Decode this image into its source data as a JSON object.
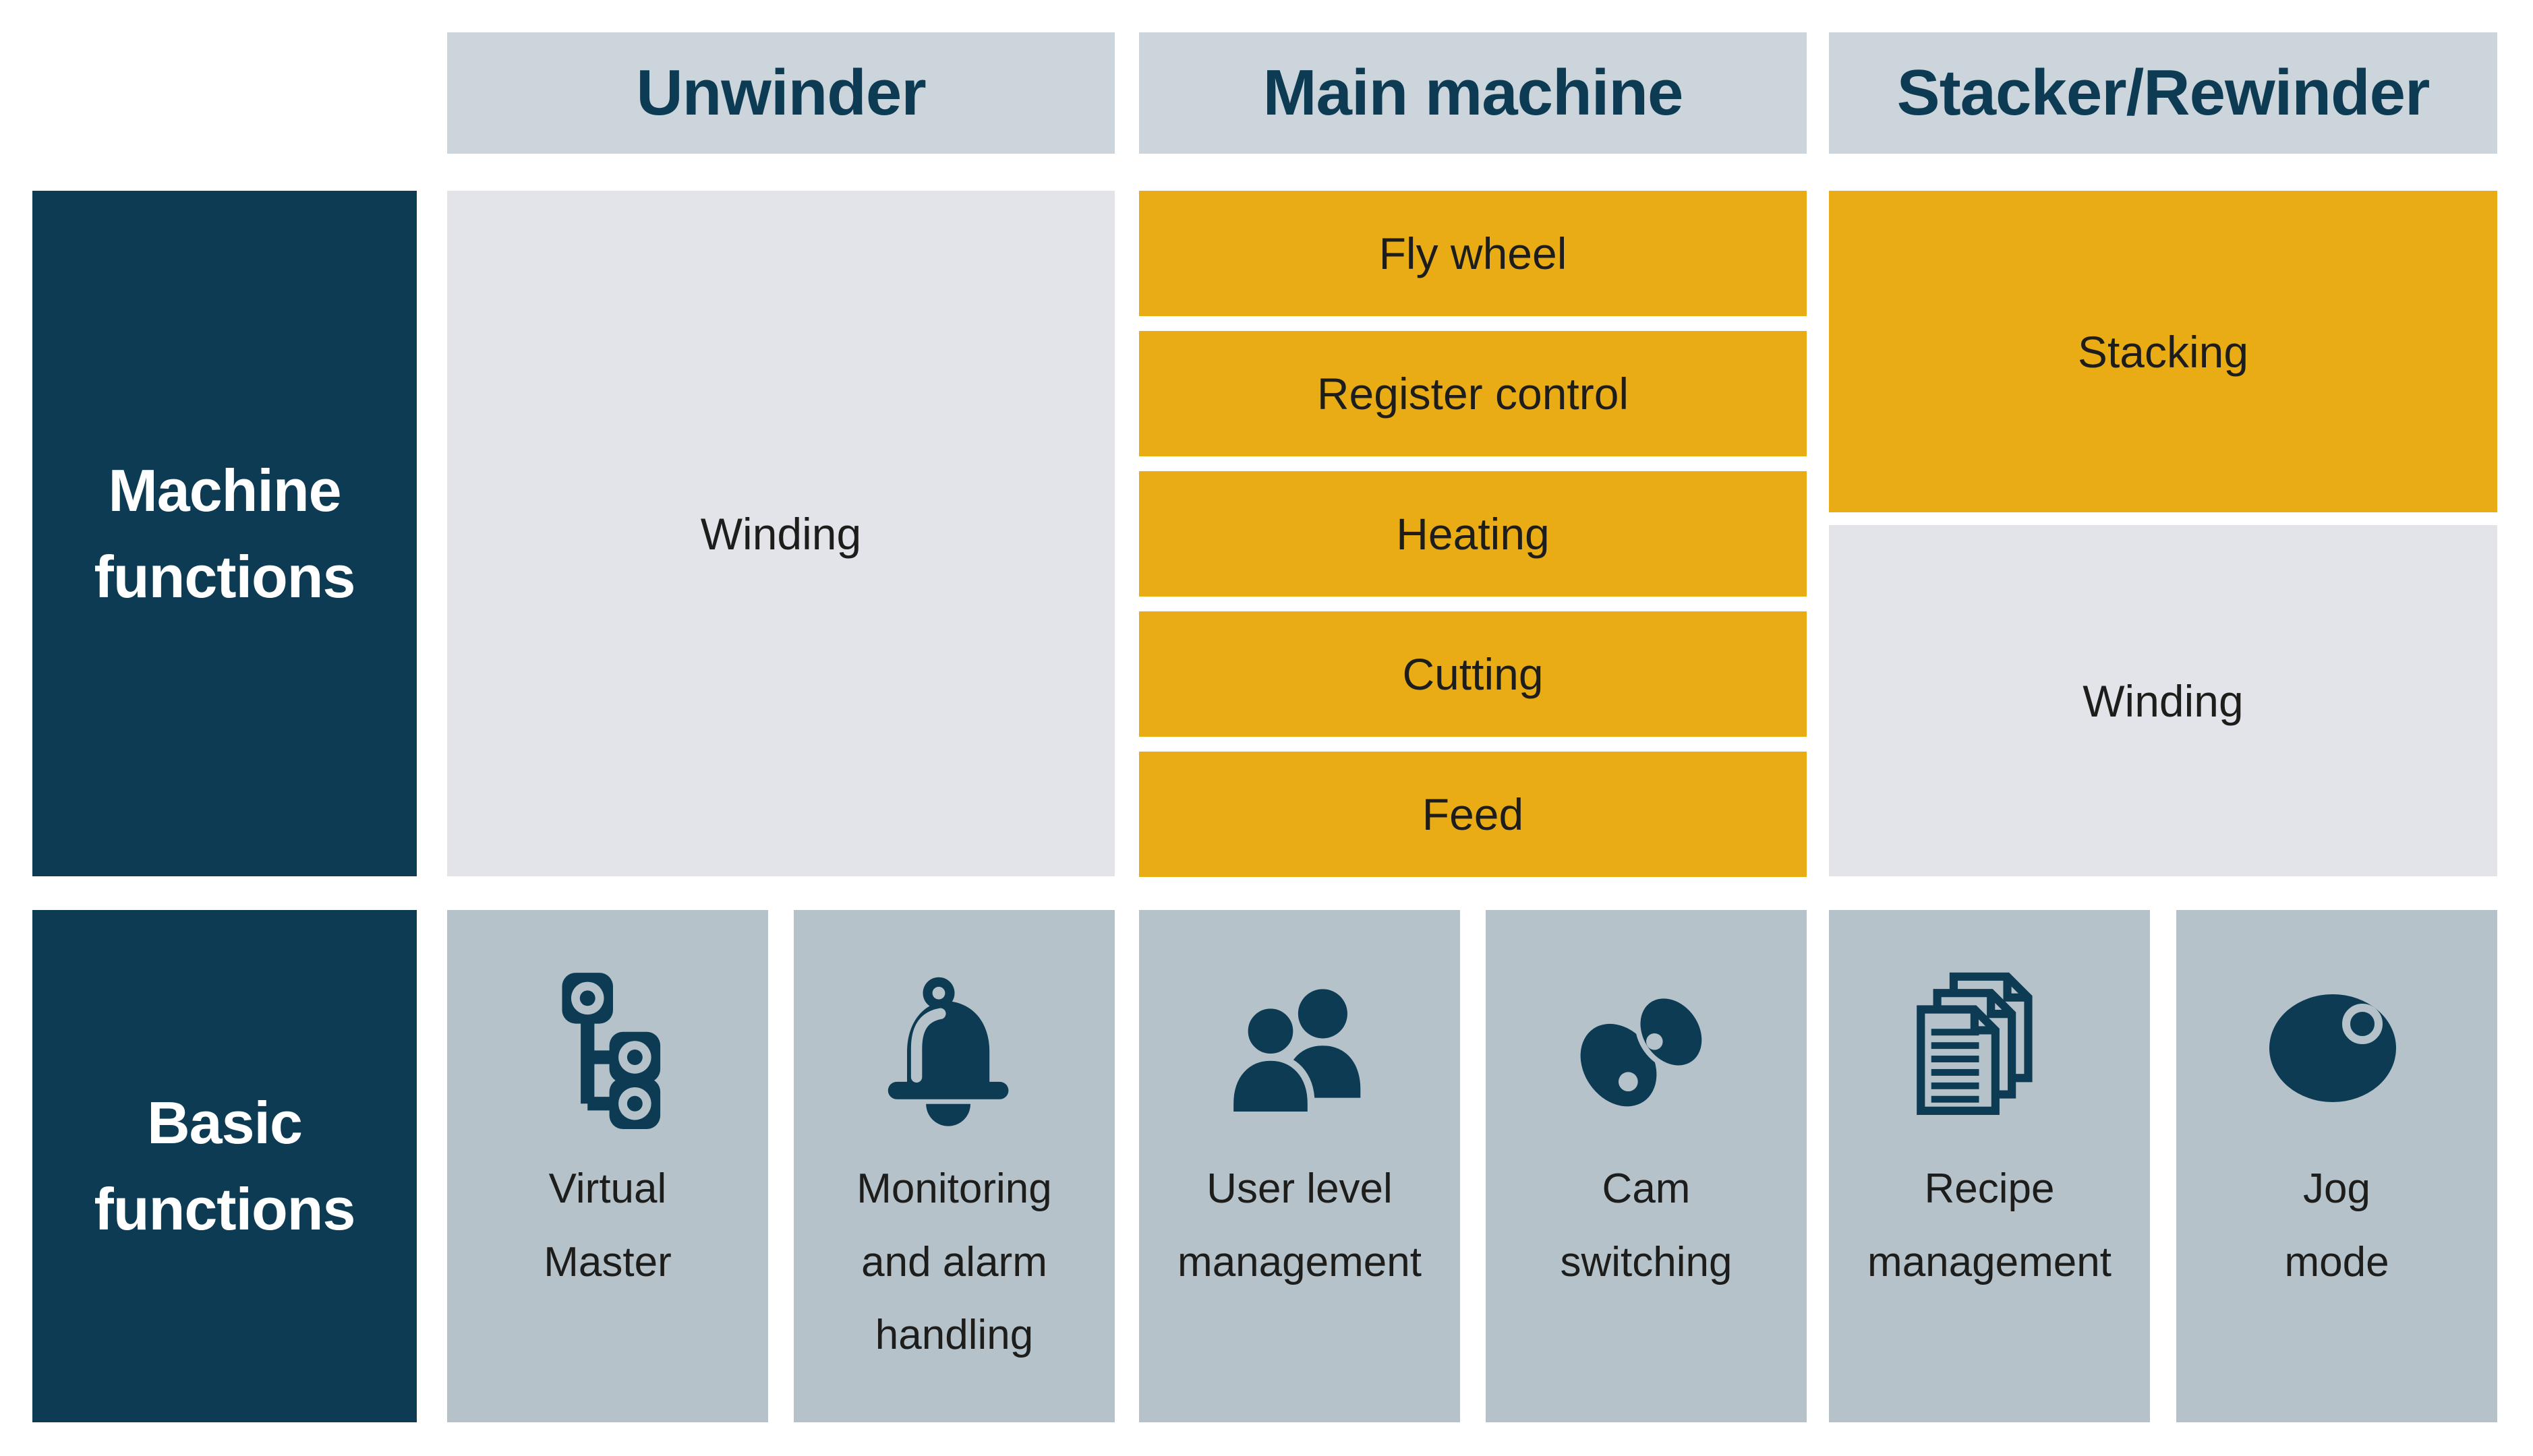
{
  "row_labels": {
    "machine": "Machine\nfunctions",
    "basic": "Basic\nfunctions"
  },
  "columns": [
    {
      "header": "Unwinder",
      "machine_functions": [
        {
          "label": "Winding",
          "highlight": false
        }
      ],
      "basic_functions": [
        {
          "label": "Virtual\nMaster",
          "icon": "virtual-master-icon"
        },
        {
          "label": "Monitoring\nand alarm\nhandling",
          "icon": "alarm-bell-icon"
        }
      ]
    },
    {
      "header": "Main machine",
      "machine_functions": [
        {
          "label": "Fly wheel",
          "highlight": true
        },
        {
          "label": "Register control",
          "highlight": true
        },
        {
          "label": "Heating",
          "highlight": true
        },
        {
          "label": "Cutting",
          "highlight": true
        },
        {
          "label": "Feed",
          "highlight": true
        }
      ],
      "basic_functions": [
        {
          "label": "User level\nmanagement",
          "icon": "user-level-icon"
        },
        {
          "label": "Cam\nswitching",
          "icon": "cam-switching-icon"
        }
      ]
    },
    {
      "header": "Stacker/Rewinder",
      "machine_functions": [
        {
          "label": "Stacking",
          "highlight": true
        },
        {
          "label": "Winding",
          "highlight": false
        }
      ],
      "basic_functions": [
        {
          "label": "Recipe\nmanagement",
          "icon": "recipe-document-icon"
        },
        {
          "label": "Jog\nmode",
          "icon": "jog-mode-icon"
        }
      ]
    }
  ],
  "colors": {
    "navy": "#0c3b53",
    "yellow": "#e9ac15",
    "header_gray": "#ccd5db",
    "light_gray": "#e3e3ea",
    "box_gray": "#b5c2ca",
    "text_dark": "#1d1d1b",
    "background": "#ffffff"
  }
}
